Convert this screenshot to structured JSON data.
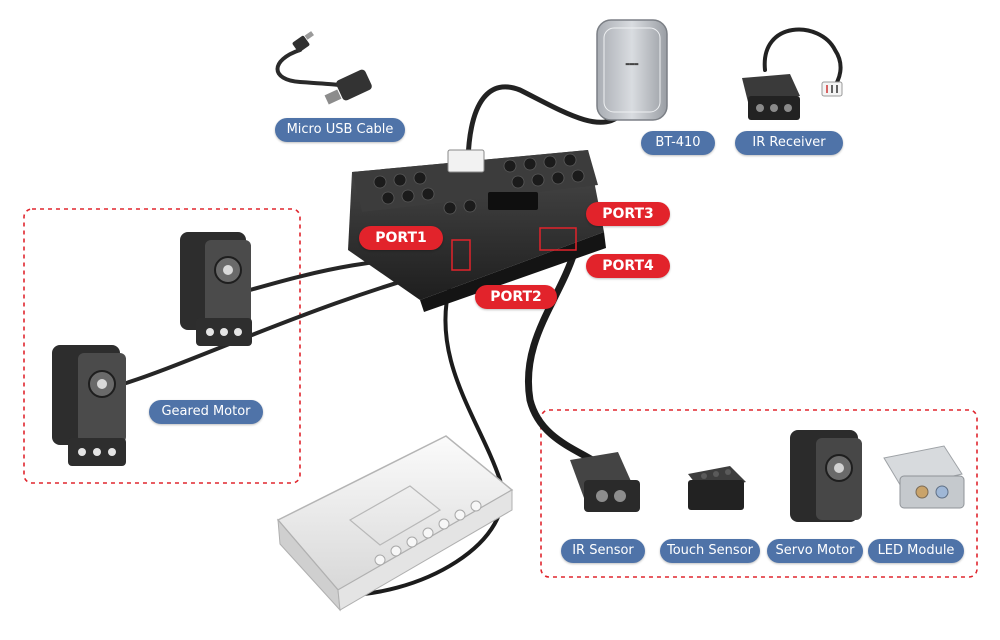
{
  "labels": {
    "micro_usb_cable": "Micro USB Cable",
    "bt_410": "BT-410",
    "ir_receiver": "IR Receiver",
    "port1": "PORT1",
    "port2": "PORT2",
    "port3": "PORT3",
    "port4": "PORT4",
    "geared_motor": "Geared Motor",
    "ir_sensor": "IR Sensor",
    "touch_sensor": "Touch Sensor",
    "servo_motor": "Servo Motor",
    "led_module": "LED Module"
  },
  "colors": {
    "label_blue": "#4f73a8",
    "port_red": "#e2232b",
    "group_border": "#e0262e",
    "device_dark": "#2b2b2b",
    "cable": "#1c1c1c"
  }
}
